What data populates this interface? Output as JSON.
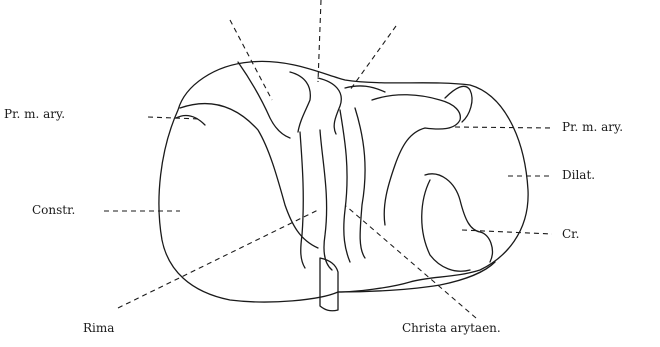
{
  "labels": {
    "pr_m_ary_left": "Pr. m. ary.",
    "pr_m_ary_right": "Pr. m. ary.",
    "dilat": "Dilat.",
    "constr": "Constr.",
    "cr": "Cr.",
    "rima": "Rima",
    "christa": "Christa arytaen."
  }
}
